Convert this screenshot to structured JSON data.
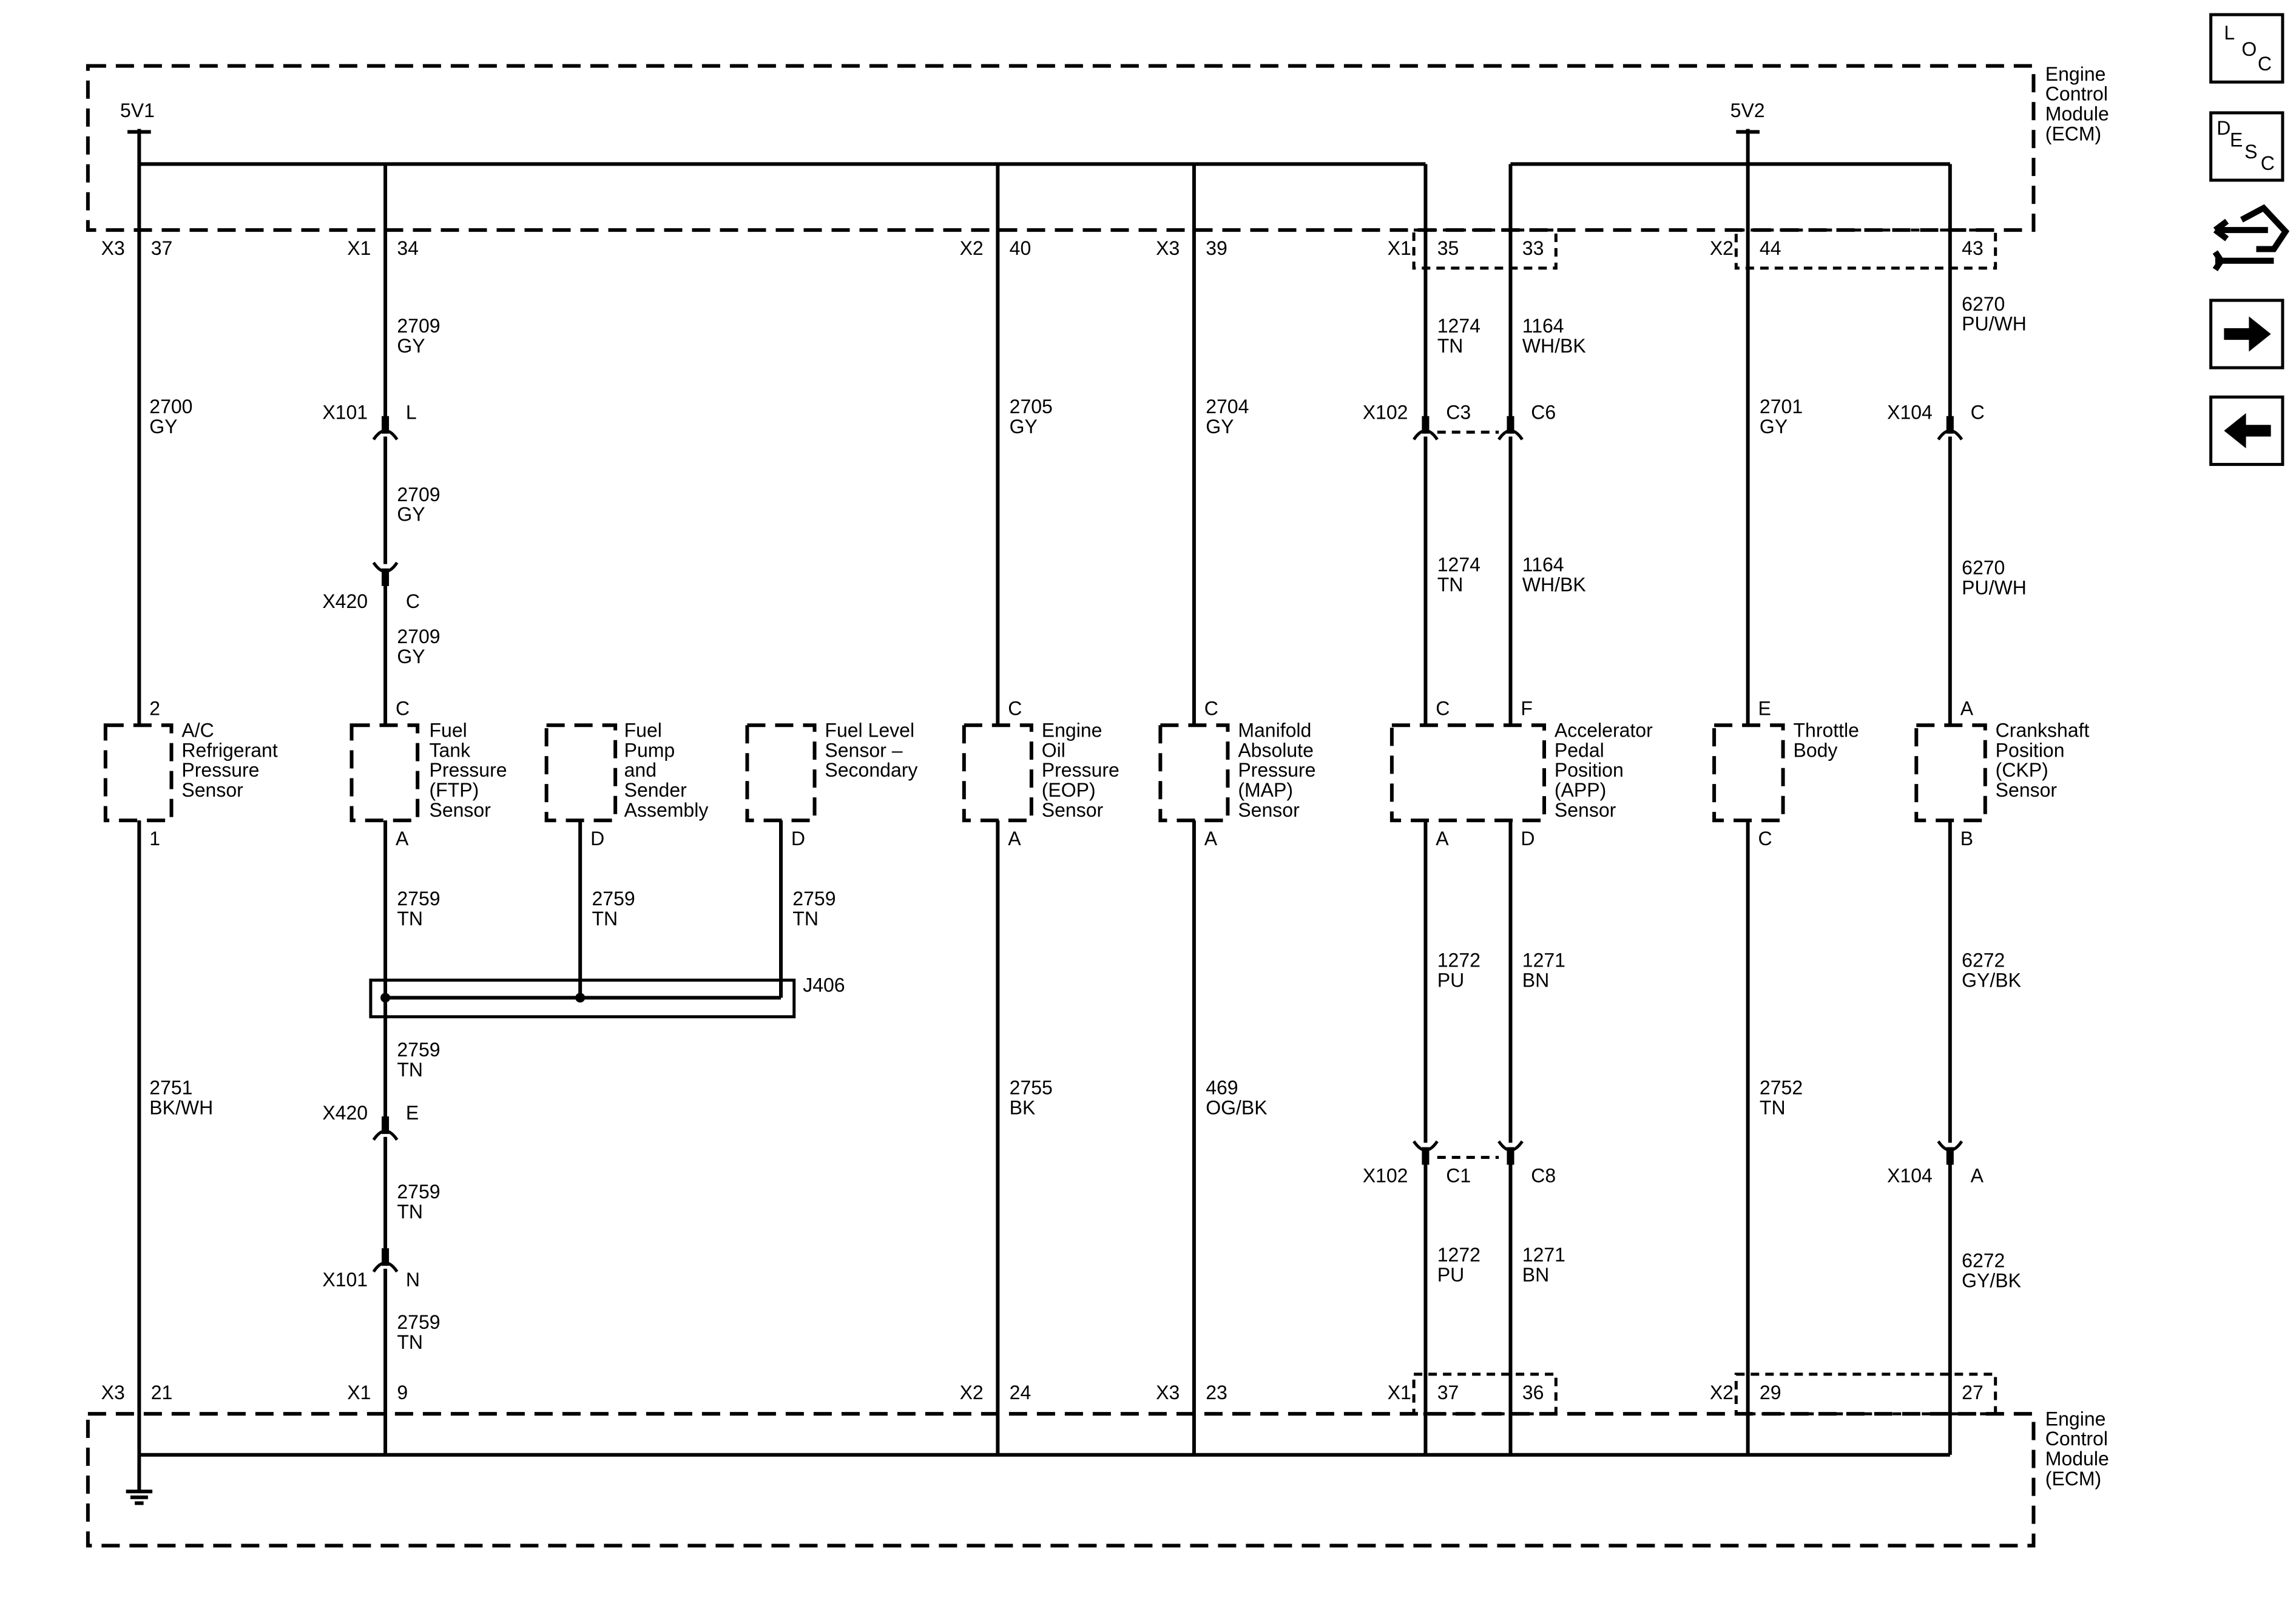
{
  "module": {
    "top_label": [
      "Engine",
      "Control",
      "Module",
      "(ECM)"
    ],
    "bottom_label": [
      "Engine",
      "Control",
      "Module",
      "(ECM)"
    ]
  },
  "supplies": {
    "v1": "5V1",
    "v2": "5V2"
  },
  "top_pins": [
    {
      "connector": "X3",
      "pin": "37"
    },
    {
      "connector": "X1",
      "pin": "34"
    },
    {
      "connector": "X2",
      "pin": "40"
    },
    {
      "connector": "X3",
      "pin": "39"
    },
    {
      "connector": "X1",
      "pin": "35"
    },
    {
      "connector": "",
      "pin": "33"
    },
    {
      "connector": "X2",
      "pin": "44"
    },
    {
      "connector": "",
      "pin": "43"
    }
  ],
  "bottom_pins": [
    {
      "connector": "X3",
      "pin": "21"
    },
    {
      "connector": "X1",
      "pin": "9"
    },
    {
      "connector": "X2",
      "pin": "24"
    },
    {
      "connector": "X3",
      "pin": "23"
    },
    {
      "connector": "X1",
      "pin": "37"
    },
    {
      "connector": "",
      "pin": "36"
    },
    {
      "connector": "X2",
      "pin": "29"
    },
    {
      "connector": "",
      "pin": "27"
    }
  ],
  "wire_labels": [
    [
      "2700",
      "GY"
    ],
    [
      "2709",
      "GY"
    ],
    [
      "2709",
      "GY"
    ],
    [
      "2709",
      "GY"
    ],
    [
      "2705",
      "GY"
    ],
    [
      "2704",
      "GY"
    ],
    [
      "1274",
      "TN"
    ],
    [
      "1164",
      "WH/BK"
    ],
    [
      "2701",
      "GY"
    ],
    [
      "6270",
      "PU/WH"
    ],
    [
      "1274",
      "TN"
    ],
    [
      "1164",
      "WH/BK"
    ],
    [
      "6270",
      "PU/WH"
    ],
    [
      "2759",
      "TN"
    ],
    [
      "2759",
      "TN"
    ],
    [
      "2759",
      "TN"
    ],
    [
      "2759",
      "TN"
    ],
    [
      "2759",
      "TN"
    ],
    [
      "2759",
      "TN"
    ],
    [
      "2751",
      "BK/WH"
    ],
    [
      "2755",
      "BK"
    ],
    [
      "469",
      "OG/BK"
    ],
    [
      "1272",
      "PU"
    ],
    [
      "1271",
      "BN"
    ],
    [
      "1272",
      "PU"
    ],
    [
      "1271",
      "BN"
    ],
    [
      "2752",
      "TN"
    ],
    [
      "6272",
      "GY/BK"
    ],
    [
      "6272",
      "GY/BK"
    ]
  ],
  "inline_connectors": [
    {
      "name": "X101",
      "pin": "L"
    },
    {
      "name": "X420",
      "pin": "C"
    },
    {
      "name": "X102",
      "pin": "C3"
    },
    {
      "name": "",
      "pin": "C6"
    },
    {
      "name": "X104",
      "pin": "C"
    },
    {
      "name": "X420",
      "pin": "E"
    },
    {
      "name": "X101",
      "pin": "N"
    },
    {
      "name": "X102",
      "pin": "C1"
    },
    {
      "name": "",
      "pin": "C8"
    },
    {
      "name": "X104",
      "pin": "A"
    }
  ],
  "splice": "J406",
  "components": [
    {
      "name": [
        "A/C",
        "Refrigerant",
        "Pressure",
        "Sensor"
      ],
      "pins_top": [
        "2"
      ],
      "pins_bottom": [
        "1"
      ]
    },
    {
      "name": [
        "Fuel",
        "Tank",
        "Pressure",
        "(FTP)",
        "Sensor"
      ],
      "pins_top": [
        "C"
      ],
      "pins_bottom": [
        "A"
      ]
    },
    {
      "name": [
        "Fuel",
        "Pump",
        "and",
        "Sender",
        "Assembly"
      ],
      "pins_top": [],
      "pins_bottom": [
        "D"
      ]
    },
    {
      "name": [
        "Fuel Level",
        "Sensor –",
        "Secondary"
      ],
      "pins_top": [],
      "pins_bottom": [
        "D"
      ]
    },
    {
      "name": [
        "Engine",
        "Oil",
        "Pressure",
        "(EOP)",
        "Sensor"
      ],
      "pins_top": [
        "C"
      ],
      "pins_bottom": [
        "A"
      ]
    },
    {
      "name": [
        "Manifold",
        "Absolute",
        "Pressure",
        "(MAP)",
        "Sensor"
      ],
      "pins_top": [
        "C"
      ],
      "pins_bottom": [
        "A"
      ]
    },
    {
      "name": [
        "Accelerator",
        "Pedal",
        "Position",
        "(APP)",
        "Sensor"
      ],
      "pins_top": [
        "C",
        "F"
      ],
      "pins_bottom": [
        "A",
        "D"
      ]
    },
    {
      "name": [
        "Throttle",
        "Body"
      ],
      "pins_top": [
        "E"
      ],
      "pins_bottom": [
        "C"
      ]
    },
    {
      "name": [
        "Crankshaft",
        "Position",
        "(CKP)",
        "Sensor"
      ],
      "pins_top": [
        "A"
      ],
      "pins_bottom": [
        "B"
      ]
    }
  ],
  "nav_buttons": [
    {
      "icon": "loc-icon",
      "letters": [
        "L",
        "O",
        "C"
      ]
    },
    {
      "icon": "desc-icon",
      "letters": [
        "D",
        "E",
        "S",
        "C"
      ]
    },
    {
      "icon": "connector-repair-icon",
      "letters": []
    },
    {
      "icon": "arrow-right-icon",
      "letters": []
    },
    {
      "icon": "arrow-left-icon",
      "letters": []
    }
  ]
}
